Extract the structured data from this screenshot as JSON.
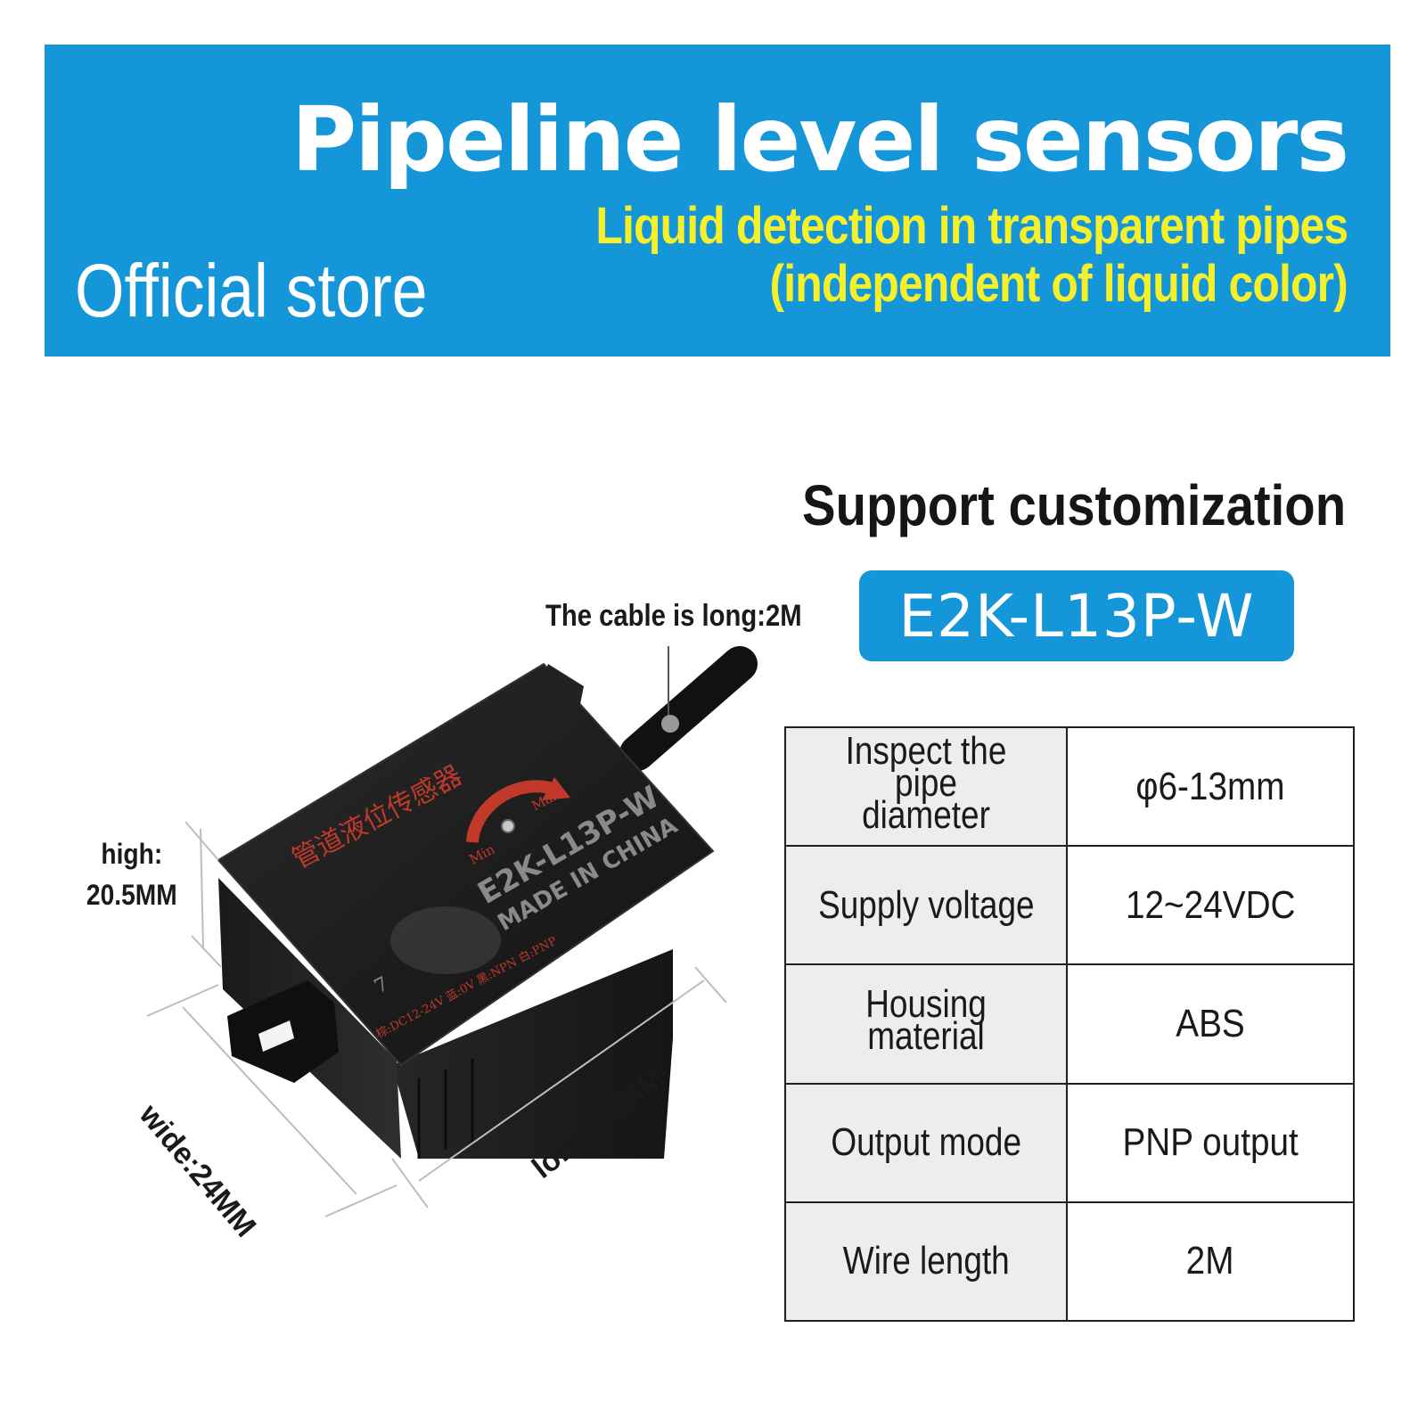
{
  "banner": {
    "title": "Pipeline level sensors",
    "subtitle_line1": "Liquid detection in transparent pipes",
    "subtitle_line2": "(independent of liquid color)",
    "store": "Official store"
  },
  "support_heading": "Support customization",
  "model": "E2K-L13P-W",
  "dimensions": {
    "cable": "The cable is long:2M",
    "high_line1": "high:",
    "high_line2": "20.5MM",
    "wide": "wide:24MM",
    "long": "long:33MM"
  },
  "device_print": {
    "chinese": "管道液位传感器",
    "min": "Min",
    "max": "Max",
    "model": "E2K-L13P-W",
    "made_in": "MADE IN CHINA",
    "wiring": "棕:DC12-24V 蓝:0V 黑:NPN 白:PNP",
    "number": "7"
  },
  "specs": [
    {
      "label_line1": "Inspect the pipe",
      "label_line2": "diameter",
      "value": "φ6-13mm"
    },
    {
      "label_line1": "Supply voltage",
      "label_line2": "",
      "value": "12~24VDC"
    },
    {
      "label_line1": "Housing material",
      "label_line2": "",
      "value": "ABS"
    },
    {
      "label_line1": "Output mode",
      "label_line2": "",
      "value": "PNP output"
    },
    {
      "label_line1": "Wire length",
      "label_line2": "",
      "value": "2M"
    }
  ],
  "colors": {
    "banner_bg": "#1596d8",
    "subtitle": "#f5f02a",
    "device_body": "#1c1c1c",
    "device_print": "#c0392b"
  }
}
